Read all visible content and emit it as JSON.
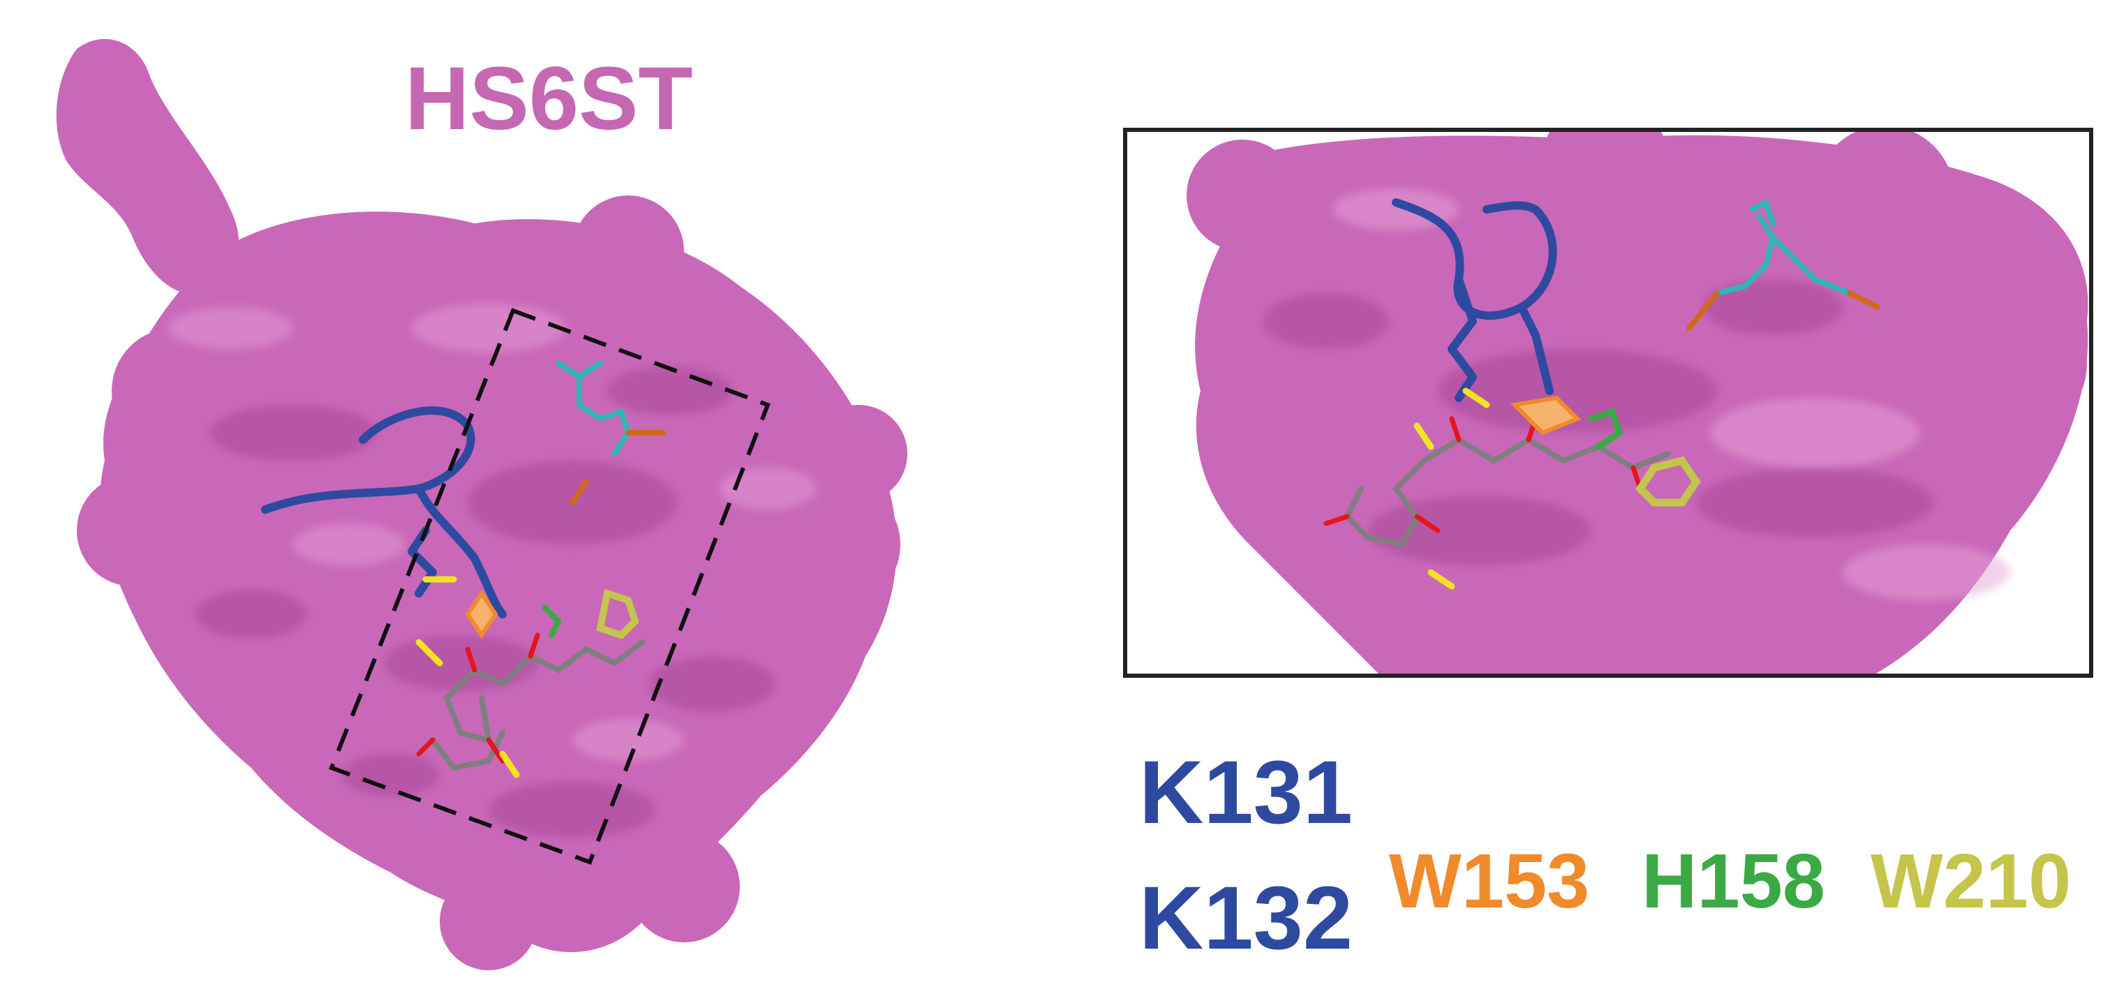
{
  "title": {
    "text": "HS6ST",
    "color": "#c567b3"
  },
  "surface_color": "#c968b9",
  "surface_shade": "#a9479a",
  "residues": [
    {
      "id": "k131",
      "label": "K131",
      "color": "#2e4aa0"
    },
    {
      "id": "k132",
      "label": "K132",
      "color": "#2e4aa0"
    },
    {
      "id": "w153",
      "label": "W153",
      "color": "#f08a2a"
    },
    {
      "id": "h158",
      "label": "H158",
      "color": "#3aaa45"
    },
    {
      "id": "w210",
      "label": "W210",
      "color": "#c4c54a"
    }
  ],
  "colors": {
    "lysine_loop": "#2e4aa0",
    "ligand_carbon": "#7f7f7f",
    "oxygen": "#e4161a",
    "sulfur": "#f2e224",
    "cofactor_carbon": "#2fb6b3",
    "phosphorus": "#d06a1a",
    "inset_border": "#222222"
  }
}
